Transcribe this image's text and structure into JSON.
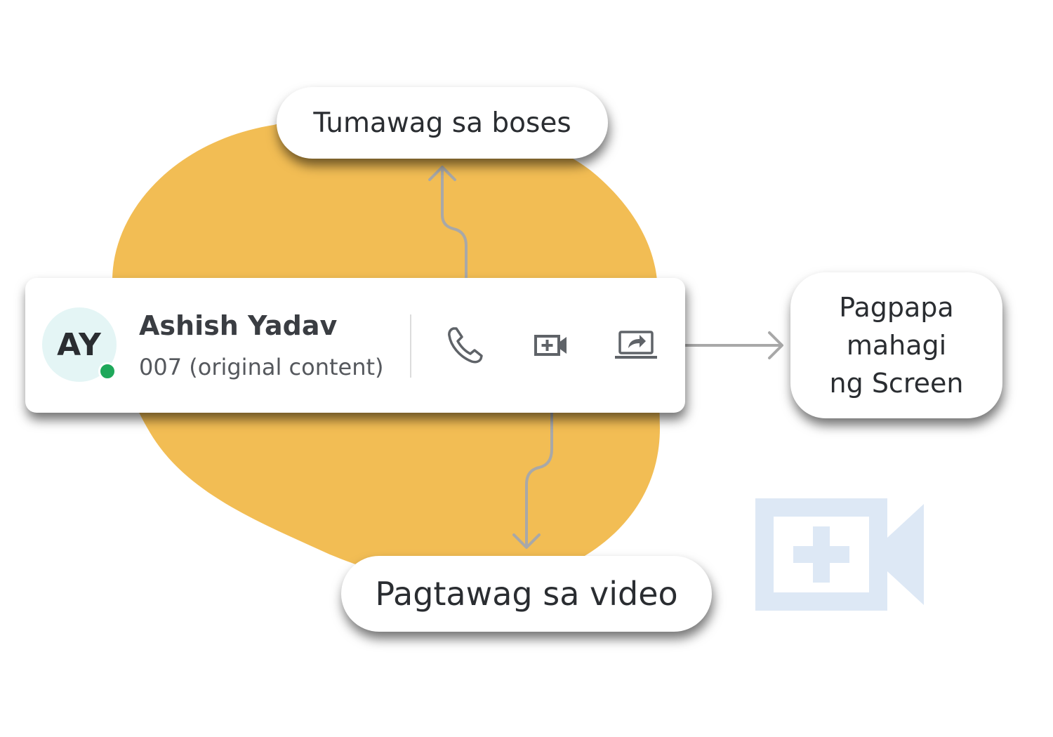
{
  "contact": {
    "initials": "AY",
    "name": "Ashish Yadav",
    "subtitle": "007 (original content)",
    "online": true
  },
  "actions": [
    {
      "id": "voice",
      "icon": "phone-icon"
    },
    {
      "id": "video",
      "icon": "video-add-icon"
    },
    {
      "id": "share",
      "icon": "screen-share-icon"
    }
  ],
  "labels": {
    "voice_call": "Tumawag sa boses",
    "screen_share": "Pagpapa\nmahagi\nng Screen",
    "video_call": "Pagtawag sa video"
  },
  "decor": {
    "big_icon": "video-add-icon"
  },
  "colors": {
    "blob": "#f2bd54",
    "status_online": "#1ea85a",
    "avatar_bg": "#e4f5f5",
    "icon": "#5f6368",
    "connector": "#a8a8a8",
    "big_icon": "#dde8f5"
  }
}
